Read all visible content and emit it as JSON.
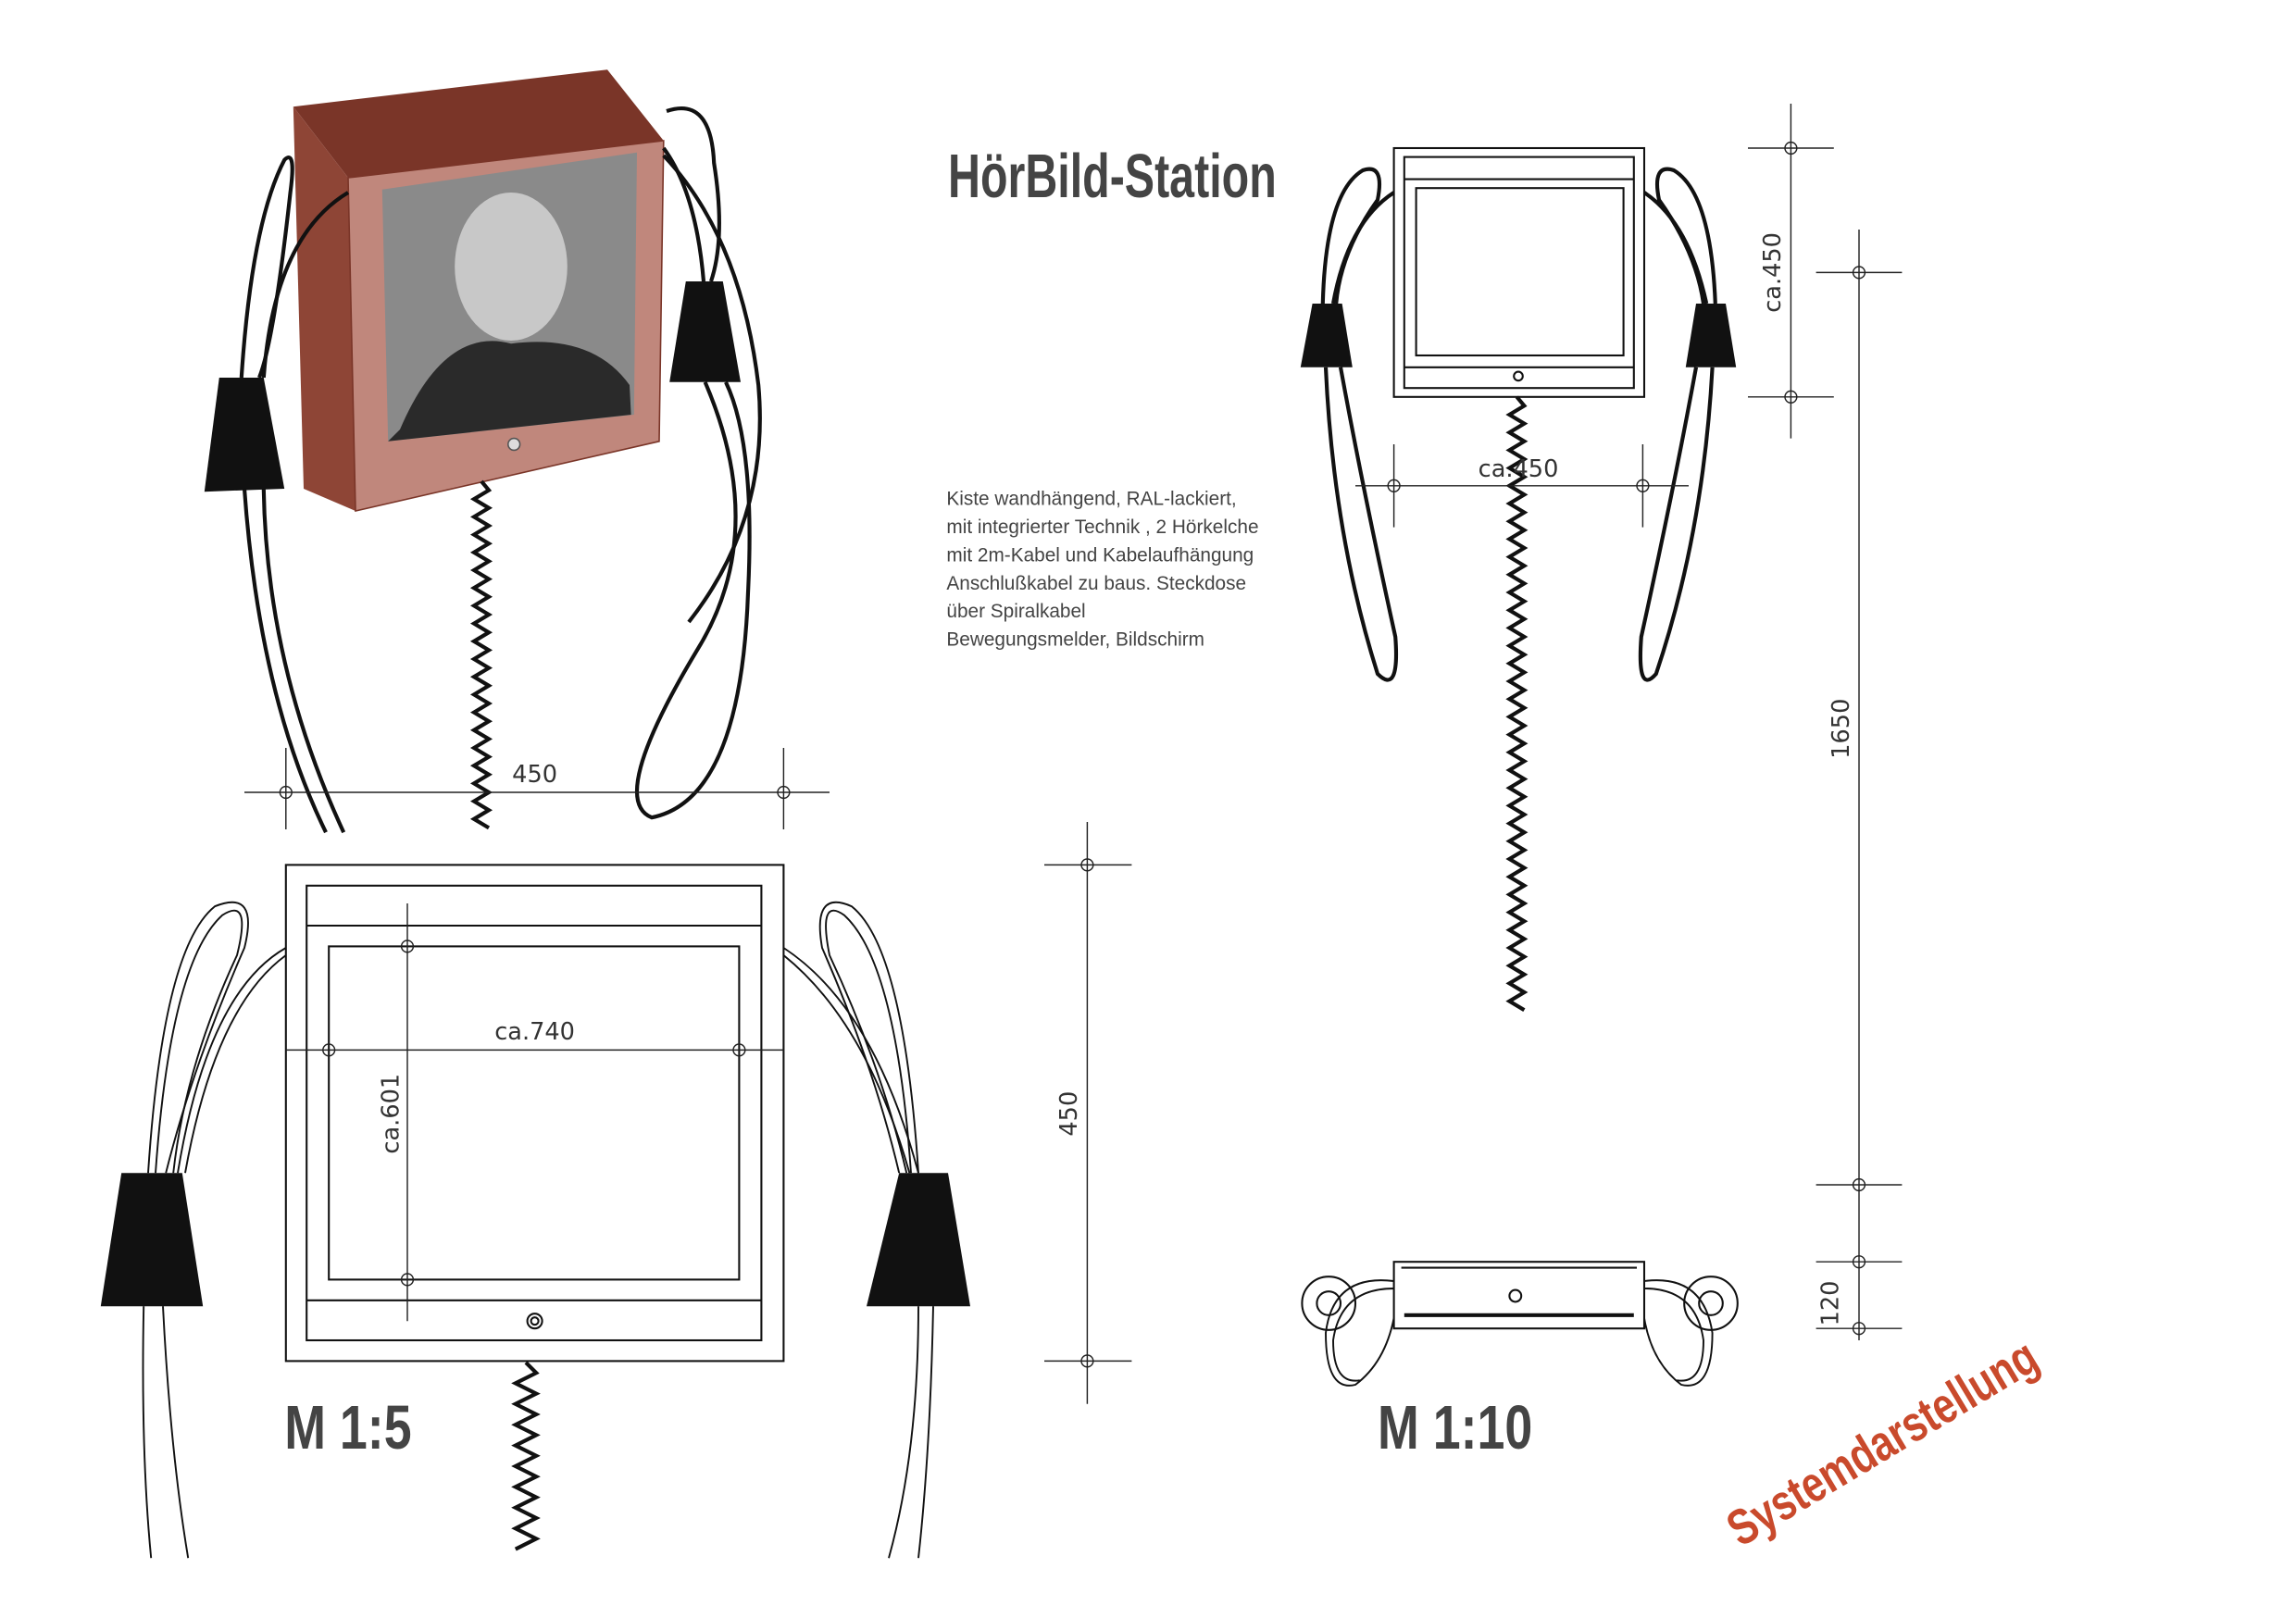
{
  "title": "HörBild-Station",
  "description": [
    "Kiste wandhängend, RAL-lackiert,",
    "mit integrierter Technik , 2 Hörkelche",
    "mit 2m-Kabel und Kabelaufhängung",
    "Anschlußkabel zu baus. Steckdose",
    "über Spiralkabel",
    "Bewegungsmelder, Bildschirm"
  ],
  "dimensions": {
    "persp_width": "450",
    "front_width": "ca.740",
    "front_height": "ca.601",
    "front_box_height": "450",
    "right_width": "ca.450",
    "right_height": "ca.450",
    "mount_height": "1650",
    "depth": "120"
  },
  "scales": {
    "left": "M 1:5",
    "right": "M 1:10"
  },
  "stamp": "Systemdarstellung",
  "colors": {
    "box_top": "#7a3528",
    "box_front": "#c0877c",
    "stamp": "#c94a2c"
  }
}
